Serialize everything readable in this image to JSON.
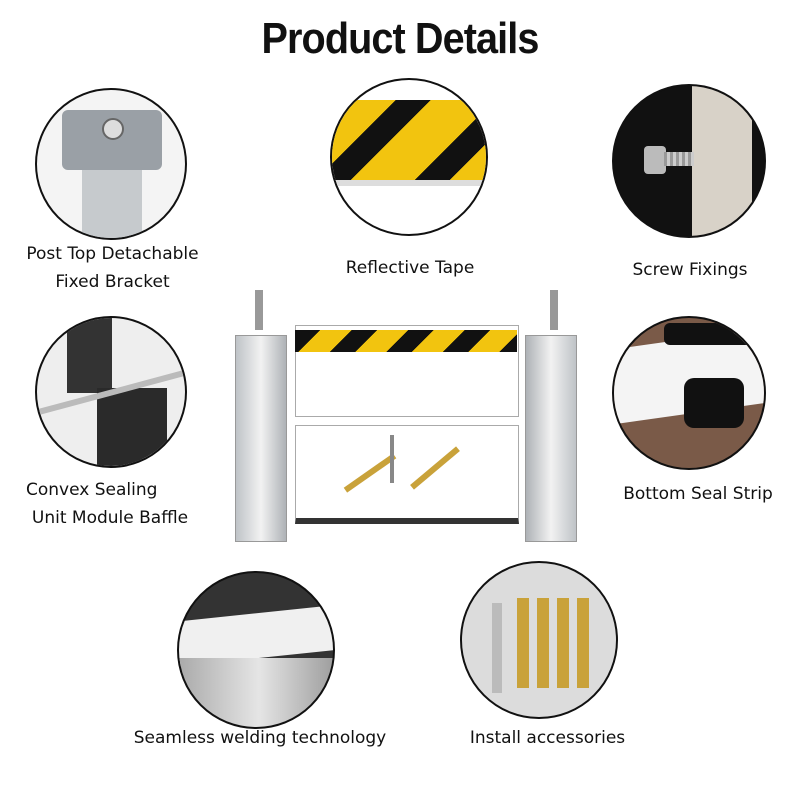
{
  "title": "Product Details",
  "features": [
    {
      "label_lines": [
        "Post Top Detachable",
        "Fixed Bracket"
      ]
    },
    {
      "label_lines": [
        "Reflective Tape"
      ]
    },
    {
      "label_lines": [
        "Screw Fixings"
      ]
    },
    {
      "label_lines": [
        "Convex Sealing",
        "Unit Module Baffle"
      ]
    },
    {
      "label_lines": [
        "Bottom Seal Strip"
      ]
    },
    {
      "label_lines": [
        "Seamless welding technology"
      ]
    },
    {
      "label_lines": [
        "Install accessories"
      ]
    }
  ],
  "colors": {
    "yellow": "#f2c40f",
    "black": "#111111",
    "aluminum": "#c9ccd0"
  }
}
